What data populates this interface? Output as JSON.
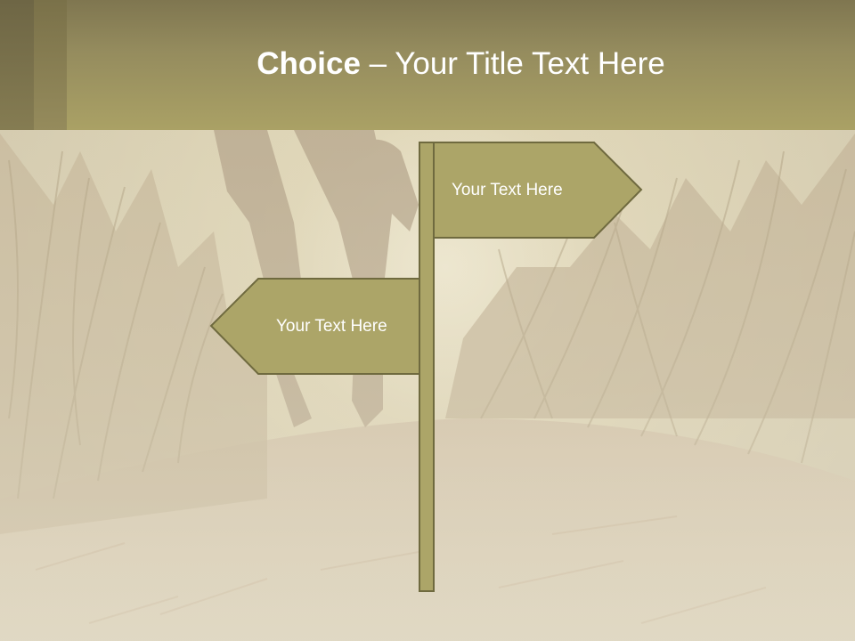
{
  "slide": {
    "title_bold": "Choice",
    "title_rest": " – Your Title Text Here",
    "background": "photo-of-people-walking-through-tall-grass"
  },
  "signpost": {
    "right_sign_text": "Your Text Here",
    "left_sign_text": "Your Text Here",
    "sign_color": "#aca568",
    "sign_border_color": "#6f6a3f"
  },
  "colors": {
    "title_bar": "#aaa165",
    "title_text": "#ffffff"
  }
}
